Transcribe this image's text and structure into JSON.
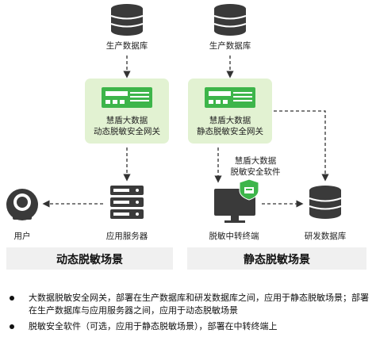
{
  "left": {
    "db_label": "生产数据库",
    "gateway_line1": "慧盾大数据",
    "gateway_line2": "动态脱敏安全网关",
    "server_label": "应用服务器",
    "user_label": "用户",
    "scene_title": "动态脱敏场景"
  },
  "right": {
    "db_label": "生产数据库",
    "gateway_line1": "慧盾大数据",
    "gateway_line2": "静态脱敏安全网关",
    "software_line1": "慧盾大数据",
    "software_line2": "脱敏安全软件",
    "terminal_label": "脱敏中转终端",
    "dev_db_label": "研发数据库",
    "scene_title": "静态脱敏场景"
  },
  "bullets": [
    "大数据脱敏安全网关，部署在生产数据库和研发数据库之间，应用于静态脱敏场景；部署在生产数据库与应用服务器之间，应用于动态脱敏场景",
    "脱敏安全软件（可选，应用于静态脱敏场景），部署在中转终端上"
  ],
  "colors": {
    "gateway_bg": "#e2f2d2",
    "device_green": "#3db54a",
    "db_dark": "#3a3a3a",
    "scene_bg": "#f0f0f0"
  }
}
